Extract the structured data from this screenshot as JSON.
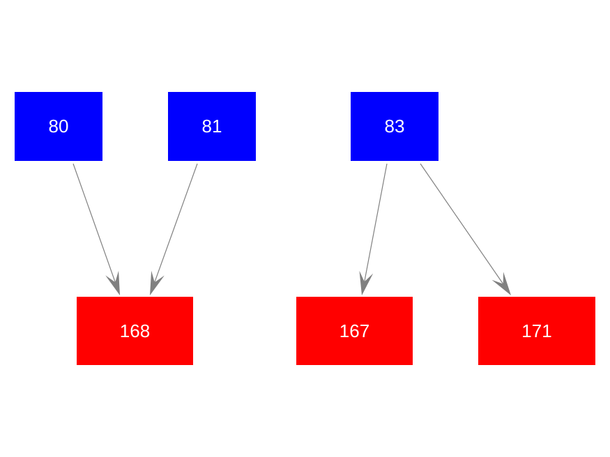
{
  "colors": {
    "source": "#0000ff",
    "target": "#ff0000",
    "edge": "#808080",
    "label": "#ffffff",
    "background": "#ffffff"
  },
  "nodes": {
    "n80": {
      "label": "80",
      "kind": "source"
    },
    "n81": {
      "label": "81",
      "kind": "source"
    },
    "n83": {
      "label": "83",
      "kind": "source"
    },
    "n168": {
      "label": "168",
      "kind": "target"
    },
    "n167": {
      "label": "167",
      "kind": "target"
    },
    "n171": {
      "label": "171",
      "kind": "target"
    }
  },
  "edges": [
    {
      "from": "80",
      "to": "168"
    },
    {
      "from": "81",
      "to": "168"
    },
    {
      "from": "83",
      "to": "167"
    },
    {
      "from": "83",
      "to": "171"
    }
  ]
}
